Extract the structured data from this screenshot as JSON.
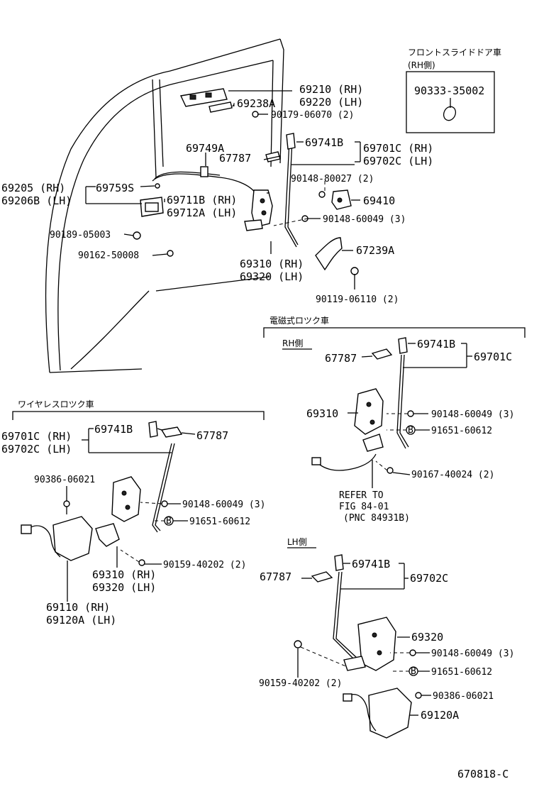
{
  "header": {
    "front_slide_note": "フロントスライドドア車",
    "front_slide_side": "(RH側)",
    "front_slide_part": "90333-35002"
  },
  "main": {
    "p69210": "69210 (RH)",
    "p69220": "69220 (LH)",
    "p69238A": "69238A",
    "p90179": "90179-06070 (2)",
    "p69749A": "69749A",
    "p67787": "67787",
    "p69741B": "69741B",
    "p69701C": "69701C (RH)",
    "p69702C": "69702C (LH)",
    "p69205": "69205  (RH)",
    "p69206B": "69206B (LH)",
    "p69759S": "69759S",
    "p69711B": "69711B (RH)",
    "p69712A": "69712A (LH)",
    "p90148_80027": "90148-80027 (2)",
    "p69410": "69410",
    "p90148_60049": "90148-60049 (3)",
    "p90189": "90189-05003",
    "p90162": "90162-50008",
    "p67239A": "67239A",
    "p69310": "69310 (RH)",
    "p69320": "69320 (LH)",
    "p90119": "90119-06110 (2)"
  },
  "electromagnetic": {
    "heading": "電磁式ロツク車",
    "rh_side": "RH側",
    "p67787": "67787",
    "p69741B": "69741B",
    "p69701C": "69701C",
    "p69310": "69310",
    "p90148": "90148-60049 (3)",
    "b_marker": "B",
    "p91651": "91651-60612",
    "p90167": "90167-40024 (2)",
    "refer_1": "REFER TO",
    "refer_2": "FIG 84-01",
    "refer_3": "(PNC 84931B)",
    "lh_side": "LH側",
    "lh_p67787": "67787",
    "lh_p69741B": "69741B",
    "lh_p69702C": "69702C",
    "lh_p69320": "69320",
    "lh_p90148": "90148-60049 (3)",
    "lh_p91651": "91651-60612",
    "lh_p90159": "90159-40202 (2)",
    "lh_p90386": "90386-06021",
    "lh_p69120A": "69120A"
  },
  "wireless": {
    "heading": "ワイヤレスロツク車",
    "p69701C": "69701C (RH)",
    "p69702C": "69702C (LH)",
    "p69741B": "69741B",
    "p67787": "67787",
    "p90386": "90386-06021",
    "p90148": "90148-60049 (3)",
    "b_marker": "B",
    "p91651": "91651-60612",
    "p90159": "90159-40202 (2)",
    "p69310": "69310 (RH)",
    "p69320": "69320 (LH)",
    "p69110": "69110   (RH)",
    "p69120A": "69120A (LH)"
  },
  "footer": {
    "figure_code": "670818-C"
  }
}
